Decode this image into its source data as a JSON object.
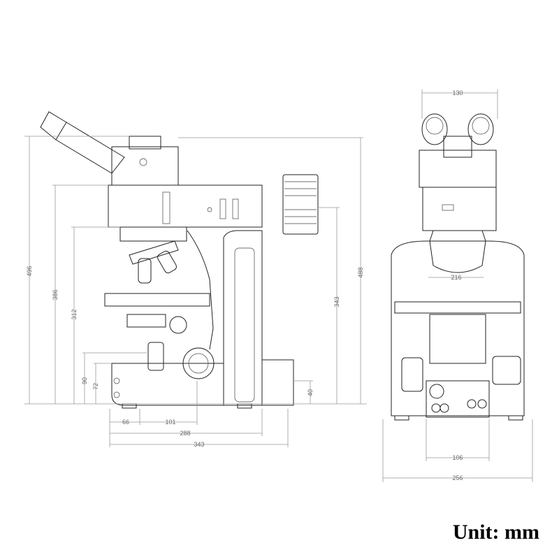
{
  "side_view": {
    "dimensions": {
      "total_height": "496",
      "head_height": "386",
      "arm_height": "312",
      "base_height_front": "90",
      "base_height": "72",
      "rear_box_height": "40",
      "lamp_height": "343",
      "eyepiece_height": "488",
      "front_offset": "66",
      "knob_offset": "101",
      "body_depth": "288",
      "total_depth": "343"
    }
  },
  "front_view": {
    "dimensions": {
      "head_width": "130",
      "stage_width": "216",
      "base_inner_width": "106",
      "total_width": "256"
    }
  },
  "unit_label": "Unit: mm"
}
